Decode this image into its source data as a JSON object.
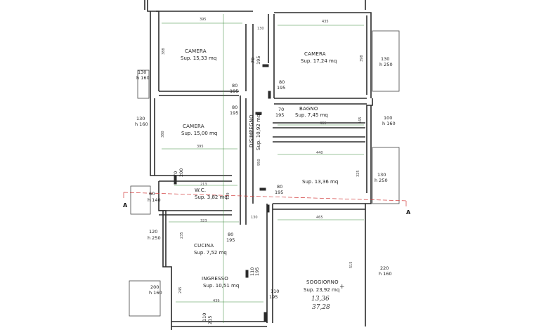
{
  "rooms": [
    {
      "name": "CAMERA",
      "area": "Sup. 15,33 mq"
    },
    {
      "name": "CAMERA",
      "area": "Sup. 17,24 mq"
    },
    {
      "name": "CAMERA",
      "area": "Sup. 15,00 mq"
    },
    {
      "name": "BAGNO",
      "area": "Sup. 7,45 mq"
    },
    {
      "name": "DISIMPEGNO",
      "area": "Sup. 10,92 mq"
    },
    {
      "name": "",
      "area": "Sup. 13,36 mq"
    },
    {
      "name": "W.C.",
      "area": "Sup. 3,82 mq"
    },
    {
      "name": "CUCINA",
      "area": "Sup. 7,52 mq"
    },
    {
      "name": "INGRESSO",
      "area": "Sup. 10,51 mq"
    },
    {
      "name": "SOGGIORNO",
      "area": "Sup. 23,92 mq"
    }
  ],
  "openings": [
    {
      "w": "130",
      "h": "h 160"
    },
    {
      "w": "130",
      "h": "h 160"
    },
    {
      "w": "60",
      "h": "h 140"
    },
    {
      "w": "120",
      "h": "h 250"
    },
    {
      "w": "200",
      "h": "h 160"
    },
    {
      "w": "130",
      "h": "h 250"
    },
    {
      "w": "100",
      "h": "h 160"
    },
    {
      "w": "130",
      "h": "h 250"
    },
    {
      "w": "220",
      "h": "h 160"
    }
  ],
  "doors": [
    {
      "w": "70",
      "h": "195"
    },
    {
      "w": "80",
      "h": "195"
    },
    {
      "w": "80",
      "h": "195"
    },
    {
      "w": "80",
      "h": "195"
    },
    {
      "w": "70",
      "h": "195"
    },
    {
      "w": "70",
      "h": "200"
    },
    {
      "w": "80",
      "h": "195"
    },
    {
      "w": "80",
      "h": "195"
    },
    {
      "w": "110",
      "h": "195"
    },
    {
      "w": "110",
      "h": "195"
    },
    {
      "w": "110",
      "h": "215"
    }
  ],
  "dims": [
    "395",
    "130",
    "435",
    "388",
    "398",
    "395",
    "380",
    "465",
    "165",
    "440",
    "325",
    "213",
    "129",
    "323",
    "130",
    "465",
    "235",
    "515",
    "245",
    "439",
    "950"
  ],
  "section_mark": "A",
  "handwriting": {
    "sum_top": "13,36",
    "sum_bottom": "37,28",
    "plus": "+"
  },
  "colors": {
    "line": "#2b2b2b",
    "section": "#d23a3a",
    "dimension": "#3a8a3a"
  }
}
